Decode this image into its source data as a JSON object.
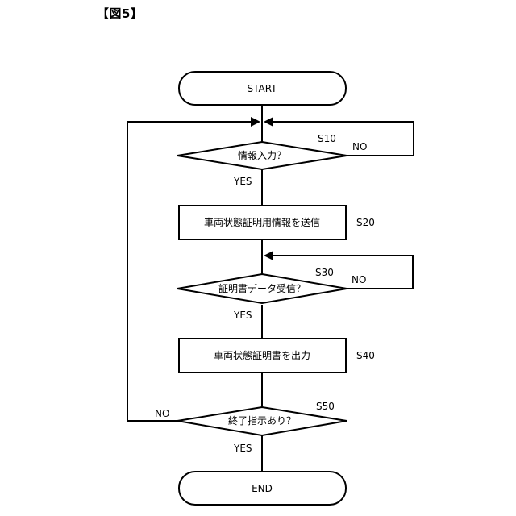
{
  "figure_label": "【図5】",
  "nodes": {
    "start": "START",
    "s10": "情報入力？",
    "s20": "車両状態証明用情報を送信",
    "s30": "証明書データ受信？",
    "s40": "車両状態証明書を出力",
    "s50": "終了指示あり？",
    "end": "END"
  },
  "step_labels": {
    "s10": "S10",
    "s20": "S20",
    "s30": "S30",
    "s40": "S40",
    "s50": "S50"
  },
  "branch_labels": {
    "s10_no": "NO",
    "s10_yes": "YES",
    "s30_no": "NO",
    "s30_yes": "YES",
    "s50_no": "NO",
    "s50_yes": "YES"
  }
}
